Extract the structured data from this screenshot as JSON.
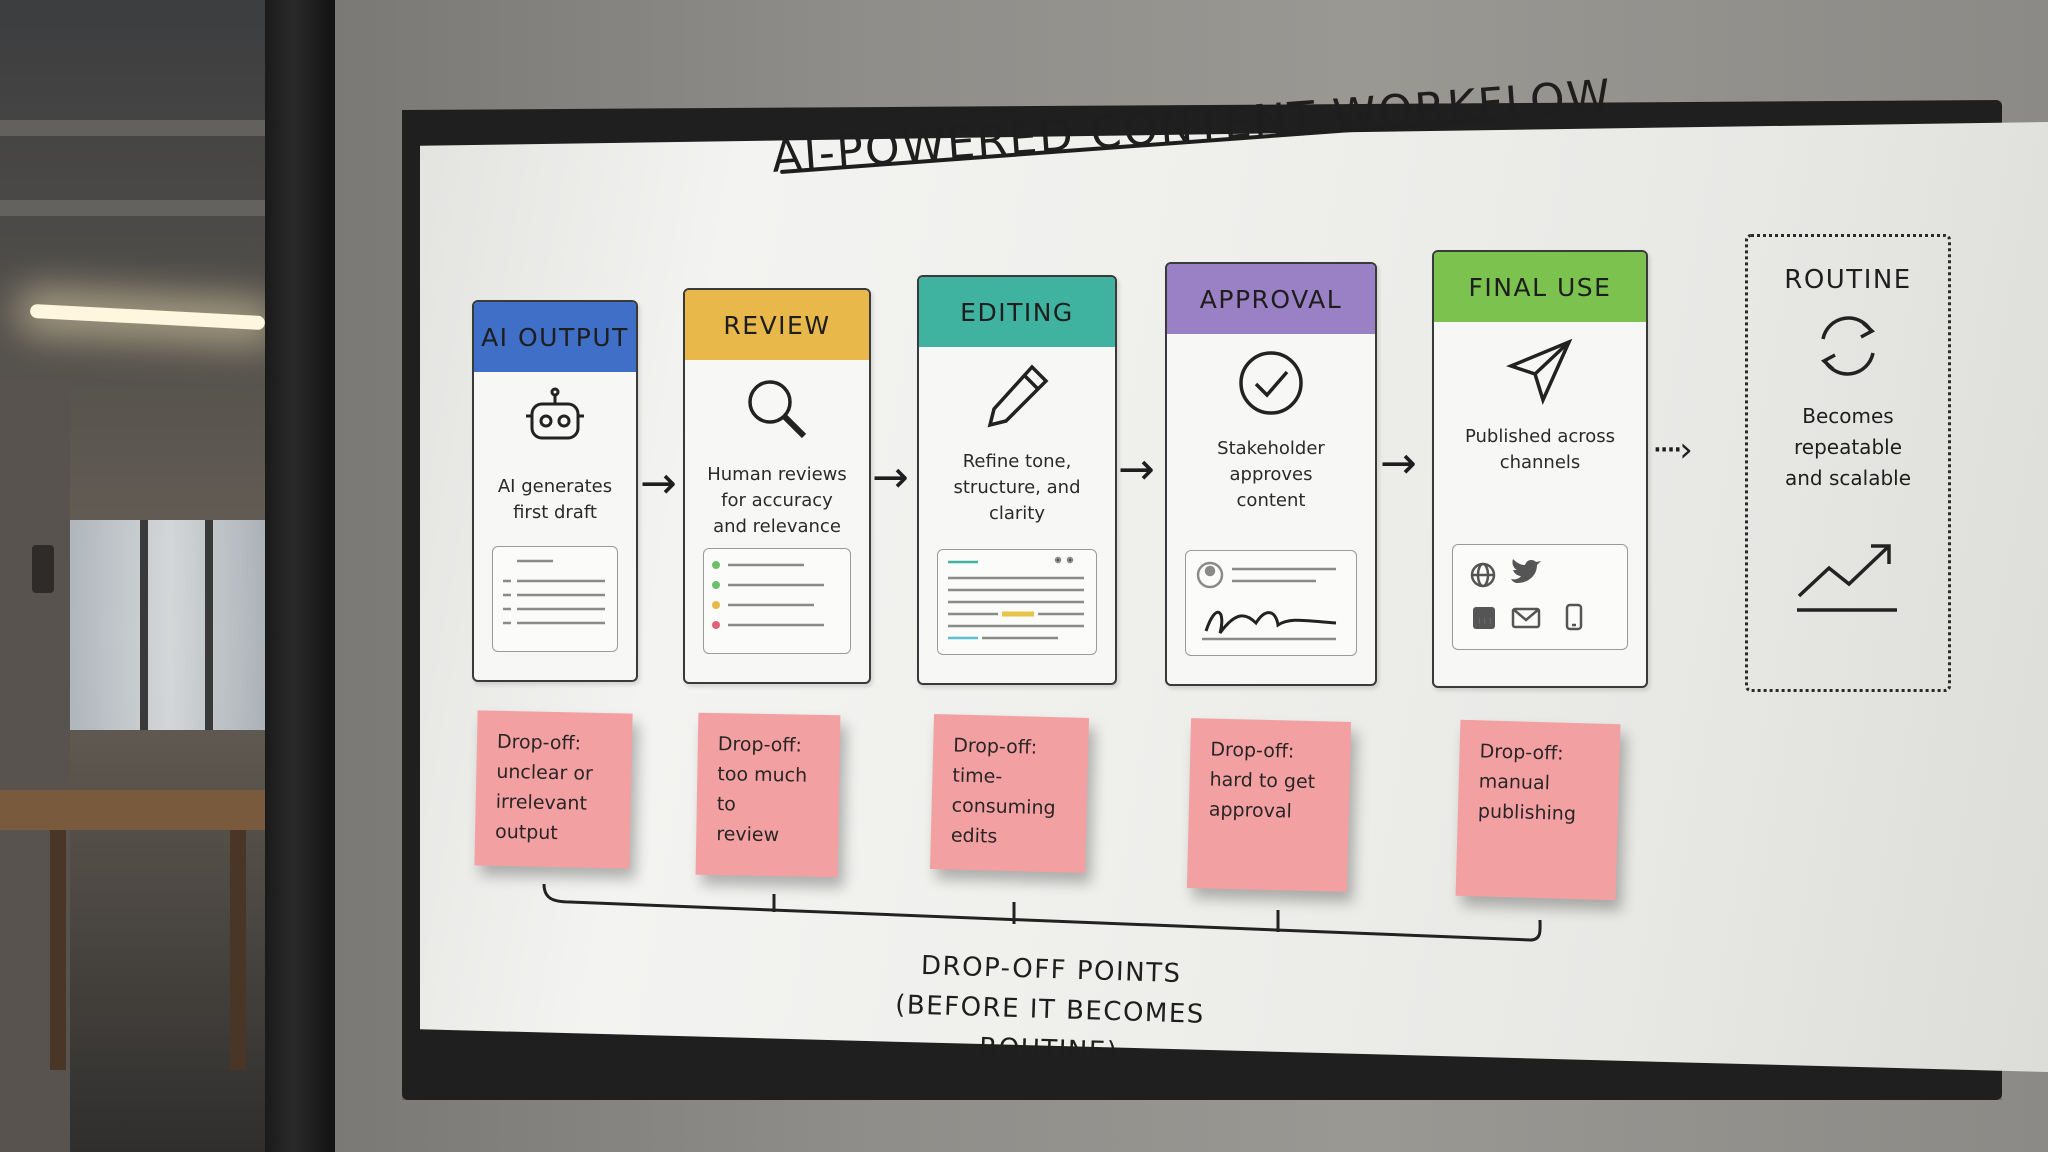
{
  "title": "AI-POWERED CONTENT WORKFLOW",
  "stages": [
    {
      "label": "AI OUTPUT",
      "desc": "AI generates\nfirst draft",
      "color": "#3f6fc6",
      "icon": "robot-icon"
    },
    {
      "label": "REVIEW",
      "desc": "Human reviews\nfor accuracy\nand relevance",
      "color": "#e8b84a",
      "icon": "magnifier-icon"
    },
    {
      "label": "EDITING",
      "desc": "Refine tone,\nstructure, and\nclarity",
      "color": "#3fb3a0",
      "icon": "pencil-icon"
    },
    {
      "label": "APPROVAL",
      "desc": "Stakeholder\napproves\ncontent",
      "color": "#9a80c4",
      "icon": "check-circle-icon"
    },
    {
      "label": "FINAL USE",
      "desc": "Published across\nchannels",
      "color": "#7cc24f",
      "icon": "paper-plane-icon"
    }
  ],
  "routine": {
    "label": "ROUTINE",
    "desc": "Becomes\nrepeatable\nand scalable",
    "icon": "refresh-icon"
  },
  "dropoffs": [
    "Drop-off:\nunclear or\nirrelevant\noutput",
    "Drop-off:\ntoo much to\nreview",
    "Drop-off:\ntime-consuming\nedits",
    "Drop-off:\nhard to get\napproval",
    "Drop-off:\nmanual\npublishing"
  ],
  "bracket_label": "DROP-OFF POINTS\n(BEFORE IT BECOMES ROUTINE)",
  "sticky_color": "#f2a0a2"
}
